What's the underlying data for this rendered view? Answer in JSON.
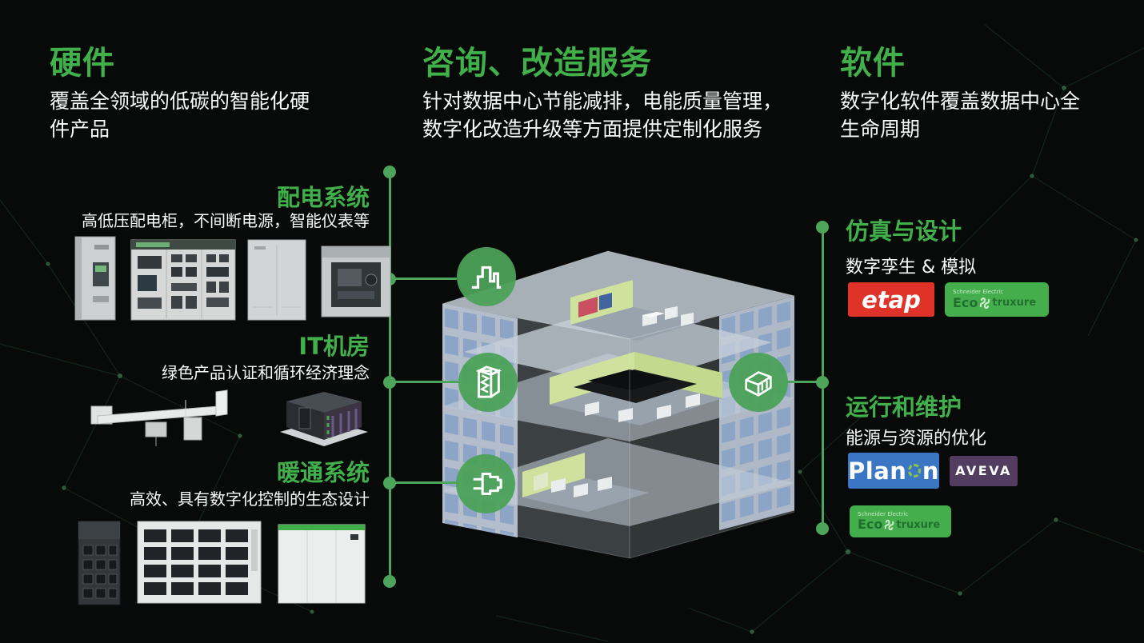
{
  "hardware": {
    "title": "硬件",
    "subtitle": "覆盖全领域的低碳的智能化硬\n件产品",
    "sections": [
      {
        "title": "配电系统",
        "desc": "高低压配电柜，不间断电源，智能仪表等"
      },
      {
        "title": "IT机房",
        "desc": "绿色产品认证和循环经济理念"
      },
      {
        "title": "暖通系统",
        "desc": "高效、具有数字化控制的生态设计"
      }
    ]
  },
  "services": {
    "title": "咨询、改造服务",
    "subtitle": "针对数据中心节能减排，电能质量管理，\n数字化改造升级等方面提供定制化服务"
  },
  "software": {
    "title": "软件",
    "subtitle": "数字化软件覆盖数据中心全\n生命周期",
    "sections": [
      {
        "title": "仿真与设计",
        "desc": "数字孪生 & 模拟"
      },
      {
        "title": "运行和维护",
        "desc": "能源与资源的优化"
      }
    ]
  },
  "logos": {
    "etap": "etap",
    "ecostruxure_small": "Schneider Electric",
    "ecostruxure_eco": "Eco",
    "ecostruxure_rest": "truxure",
    "planon_pre": "Plan",
    "planon_post": "n",
    "aveva": "AVEVA"
  },
  "icons": {
    "circle_icons": [
      "pulse-waveform-icon",
      "busduct-icon",
      "power-plug-icon",
      "building-icon"
    ]
  },
  "colors": {
    "accent_green": "#41b04b",
    "connector_green": "#4da45b",
    "etap_red": "#df332a",
    "planon_blue": "#3a76c4",
    "aveva_purple": "#523d61",
    "ecostruxure_green": "#44ae4d"
  }
}
